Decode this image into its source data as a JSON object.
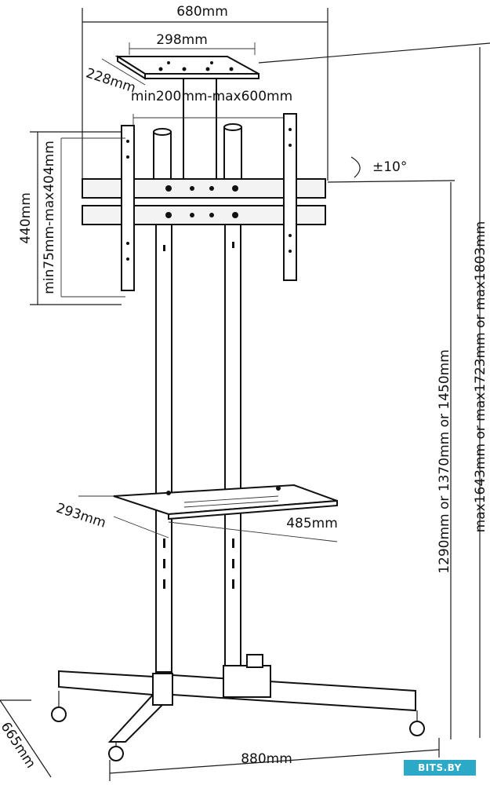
{
  "dimensions": {
    "top_width": "680mm",
    "shelf_top_width": "298mm",
    "shelf_top_depth": "228mm",
    "vesa_horizontal": "min200mm-max600mm",
    "bracket_height": "440mm",
    "vesa_vertical": "min75mm-max404mm",
    "tilt": "±10°",
    "total_height": "max1643mm or max1723mm or max1803mm",
    "center_height": "1290mm or 1370mm or 1450mm",
    "lower_shelf_depth": "293mm",
    "lower_shelf_width": "485mm",
    "base_width": "880mm",
    "base_depth": "665mm"
  },
  "watermark": {
    "text": "BITS.BY",
    "color": "#2ba9c7"
  }
}
